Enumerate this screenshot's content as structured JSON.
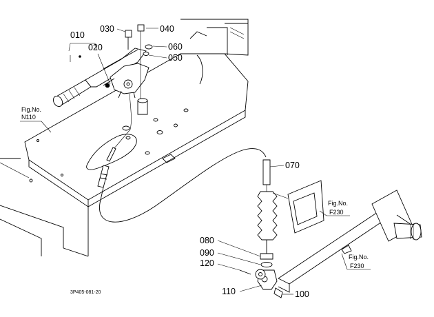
{
  "diagram": {
    "parts": [
      {
        "id": "p010",
        "number": "010"
      },
      {
        "id": "p020",
        "number": "020"
      },
      {
        "id": "p030",
        "number": "030"
      },
      {
        "id": "p040",
        "number": "040"
      },
      {
        "id": "p050",
        "number": "050"
      },
      {
        "id": "p060",
        "number": "060"
      },
      {
        "id": "p070",
        "number": "070"
      },
      {
        "id": "p080",
        "number": "080"
      },
      {
        "id": "p090",
        "number": "090"
      },
      {
        "id": "p100",
        "number": "100"
      },
      {
        "id": "p110",
        "number": "110"
      },
      {
        "id": "p120",
        "number": "120"
      }
    ],
    "fig_refs": [
      {
        "id": "n110",
        "caption": "Fig.No.",
        "ref": "N110"
      },
      {
        "id": "f230a",
        "caption": "Fig.No.",
        "ref": "F230"
      },
      {
        "id": "f230b",
        "caption": "Fig.No.",
        "ref": "F230"
      }
    ],
    "drawing_code": "3P405-081-20"
  }
}
